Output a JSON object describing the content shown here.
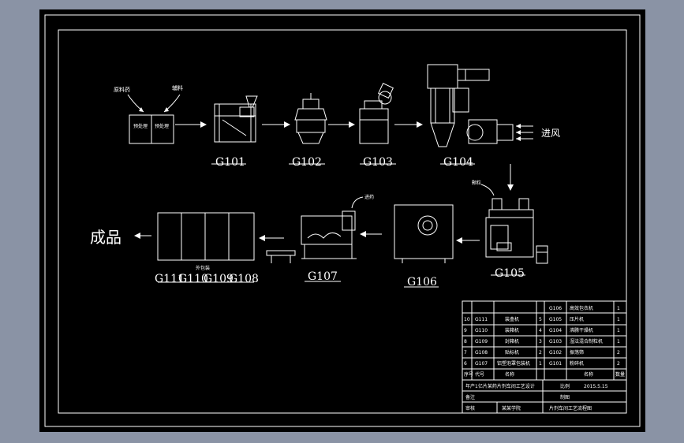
{
  "flow": {
    "raw_material": "原料药",
    "excipient": "辅料",
    "pretreat_1": "预处理",
    "pretreat_2": "预处理",
    "air_inlet": "进风",
    "labels": [
      "G101",
      "G102",
      "G103",
      "G104",
      "G105",
      "G106",
      "G107"
    ],
    "packing_labels": [
      "G111",
      "G110",
      "G109",
      "G108"
    ],
    "packing_caption": "外包装",
    "feed_label": "进药",
    "finished": "成品",
    "side_label": "颗粒"
  },
  "title_block": {
    "rows_left": [
      {
        "no": "10",
        "code": "G111",
        "name": "装盒机"
      },
      {
        "no": "9",
        "code": "G110",
        "name": "装箱机"
      },
      {
        "no": "8",
        "code": "G109",
        "name": "封箱机"
      },
      {
        "no": "7",
        "code": "G108",
        "name": "贴标机"
      },
      {
        "no": "6",
        "code": "G107",
        "name": "铝塑泡罩包装机"
      }
    ],
    "rows_right": [
      {
        "code": "G106",
        "name": "高效包衣机",
        "qty": "1"
      },
      {
        "no": "5",
        "code": "G105",
        "name": "压片机",
        "qty": "1"
      },
      {
        "no": "4",
        "code": "G104",
        "name": "沸腾干燥机",
        "qty": "1"
      },
      {
        "no": "3",
        "code": "G103",
        "name": "湿法混合制粒机",
        "qty": "1"
      },
      {
        "no": "2",
        "code": "G102",
        "name": "振荡筛",
        "qty": "2"
      },
      {
        "no": "1",
        "code": "G101",
        "name": "粉碎机",
        "qty": "2"
      }
    ],
    "hdr_no": "序号",
    "hdr_code": "代号",
    "hdr_name": "名称",
    "hdr_name2": "名称",
    "hdr_qty": "数量",
    "project": "年产1亿片某药片剂车间工艺设计",
    "scale": "比例",
    "date": "2015.5.15",
    "drawn": "制图",
    "checked": "审核",
    "school": "某某学院",
    "drawing_title": "片剂车间工艺流程图",
    "remark": "备注"
  }
}
